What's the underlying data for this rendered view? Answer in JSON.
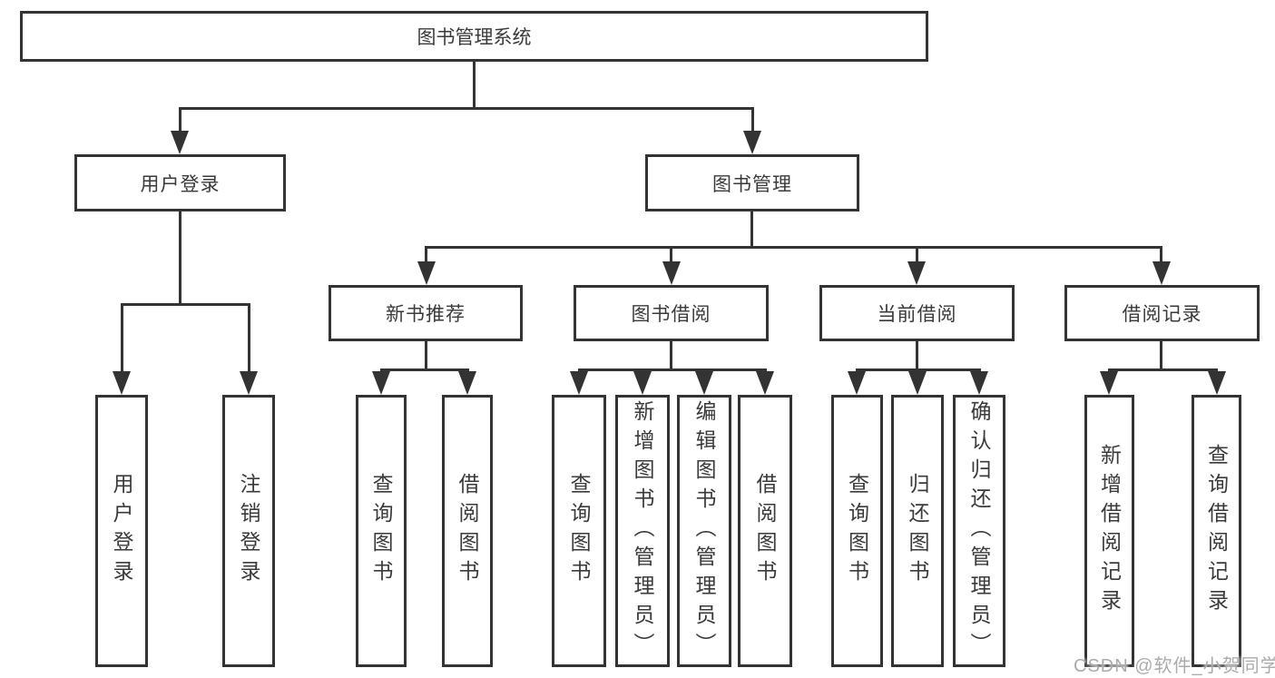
{
  "diagram": {
    "root": {
      "label": "图书管理系统"
    },
    "branches": [
      {
        "label": "用户登录"
      },
      {
        "label": "图书管理"
      }
    ],
    "modules": [
      {
        "label": "新书推荐"
      },
      {
        "label": "图书借阅"
      },
      {
        "label": "当前借阅"
      },
      {
        "label": "借阅记录"
      }
    ],
    "leaves": [
      {
        "label": "用户登录"
      },
      {
        "label": "注销登录"
      },
      {
        "label": "查询图书"
      },
      {
        "label": "借阅图书"
      },
      {
        "label": "查询图书"
      },
      {
        "label": "新增图书（管理员）"
      },
      {
        "label": "编辑图书（管理员）"
      },
      {
        "label": "借阅图书"
      },
      {
        "label": "查询图书"
      },
      {
        "label": "归还图书"
      },
      {
        "label": "确认归还（管理员）"
      },
      {
        "label": "新增借阅记录"
      },
      {
        "label": "查询借阅记录"
      }
    ],
    "watermark": "CSDN @软件_小贺同学",
    "colors": {
      "line": "#333333",
      "box_border": "#333333",
      "text": "#3a3a3a",
      "watermark": "#ababab",
      "background": "#ffffff"
    }
  }
}
